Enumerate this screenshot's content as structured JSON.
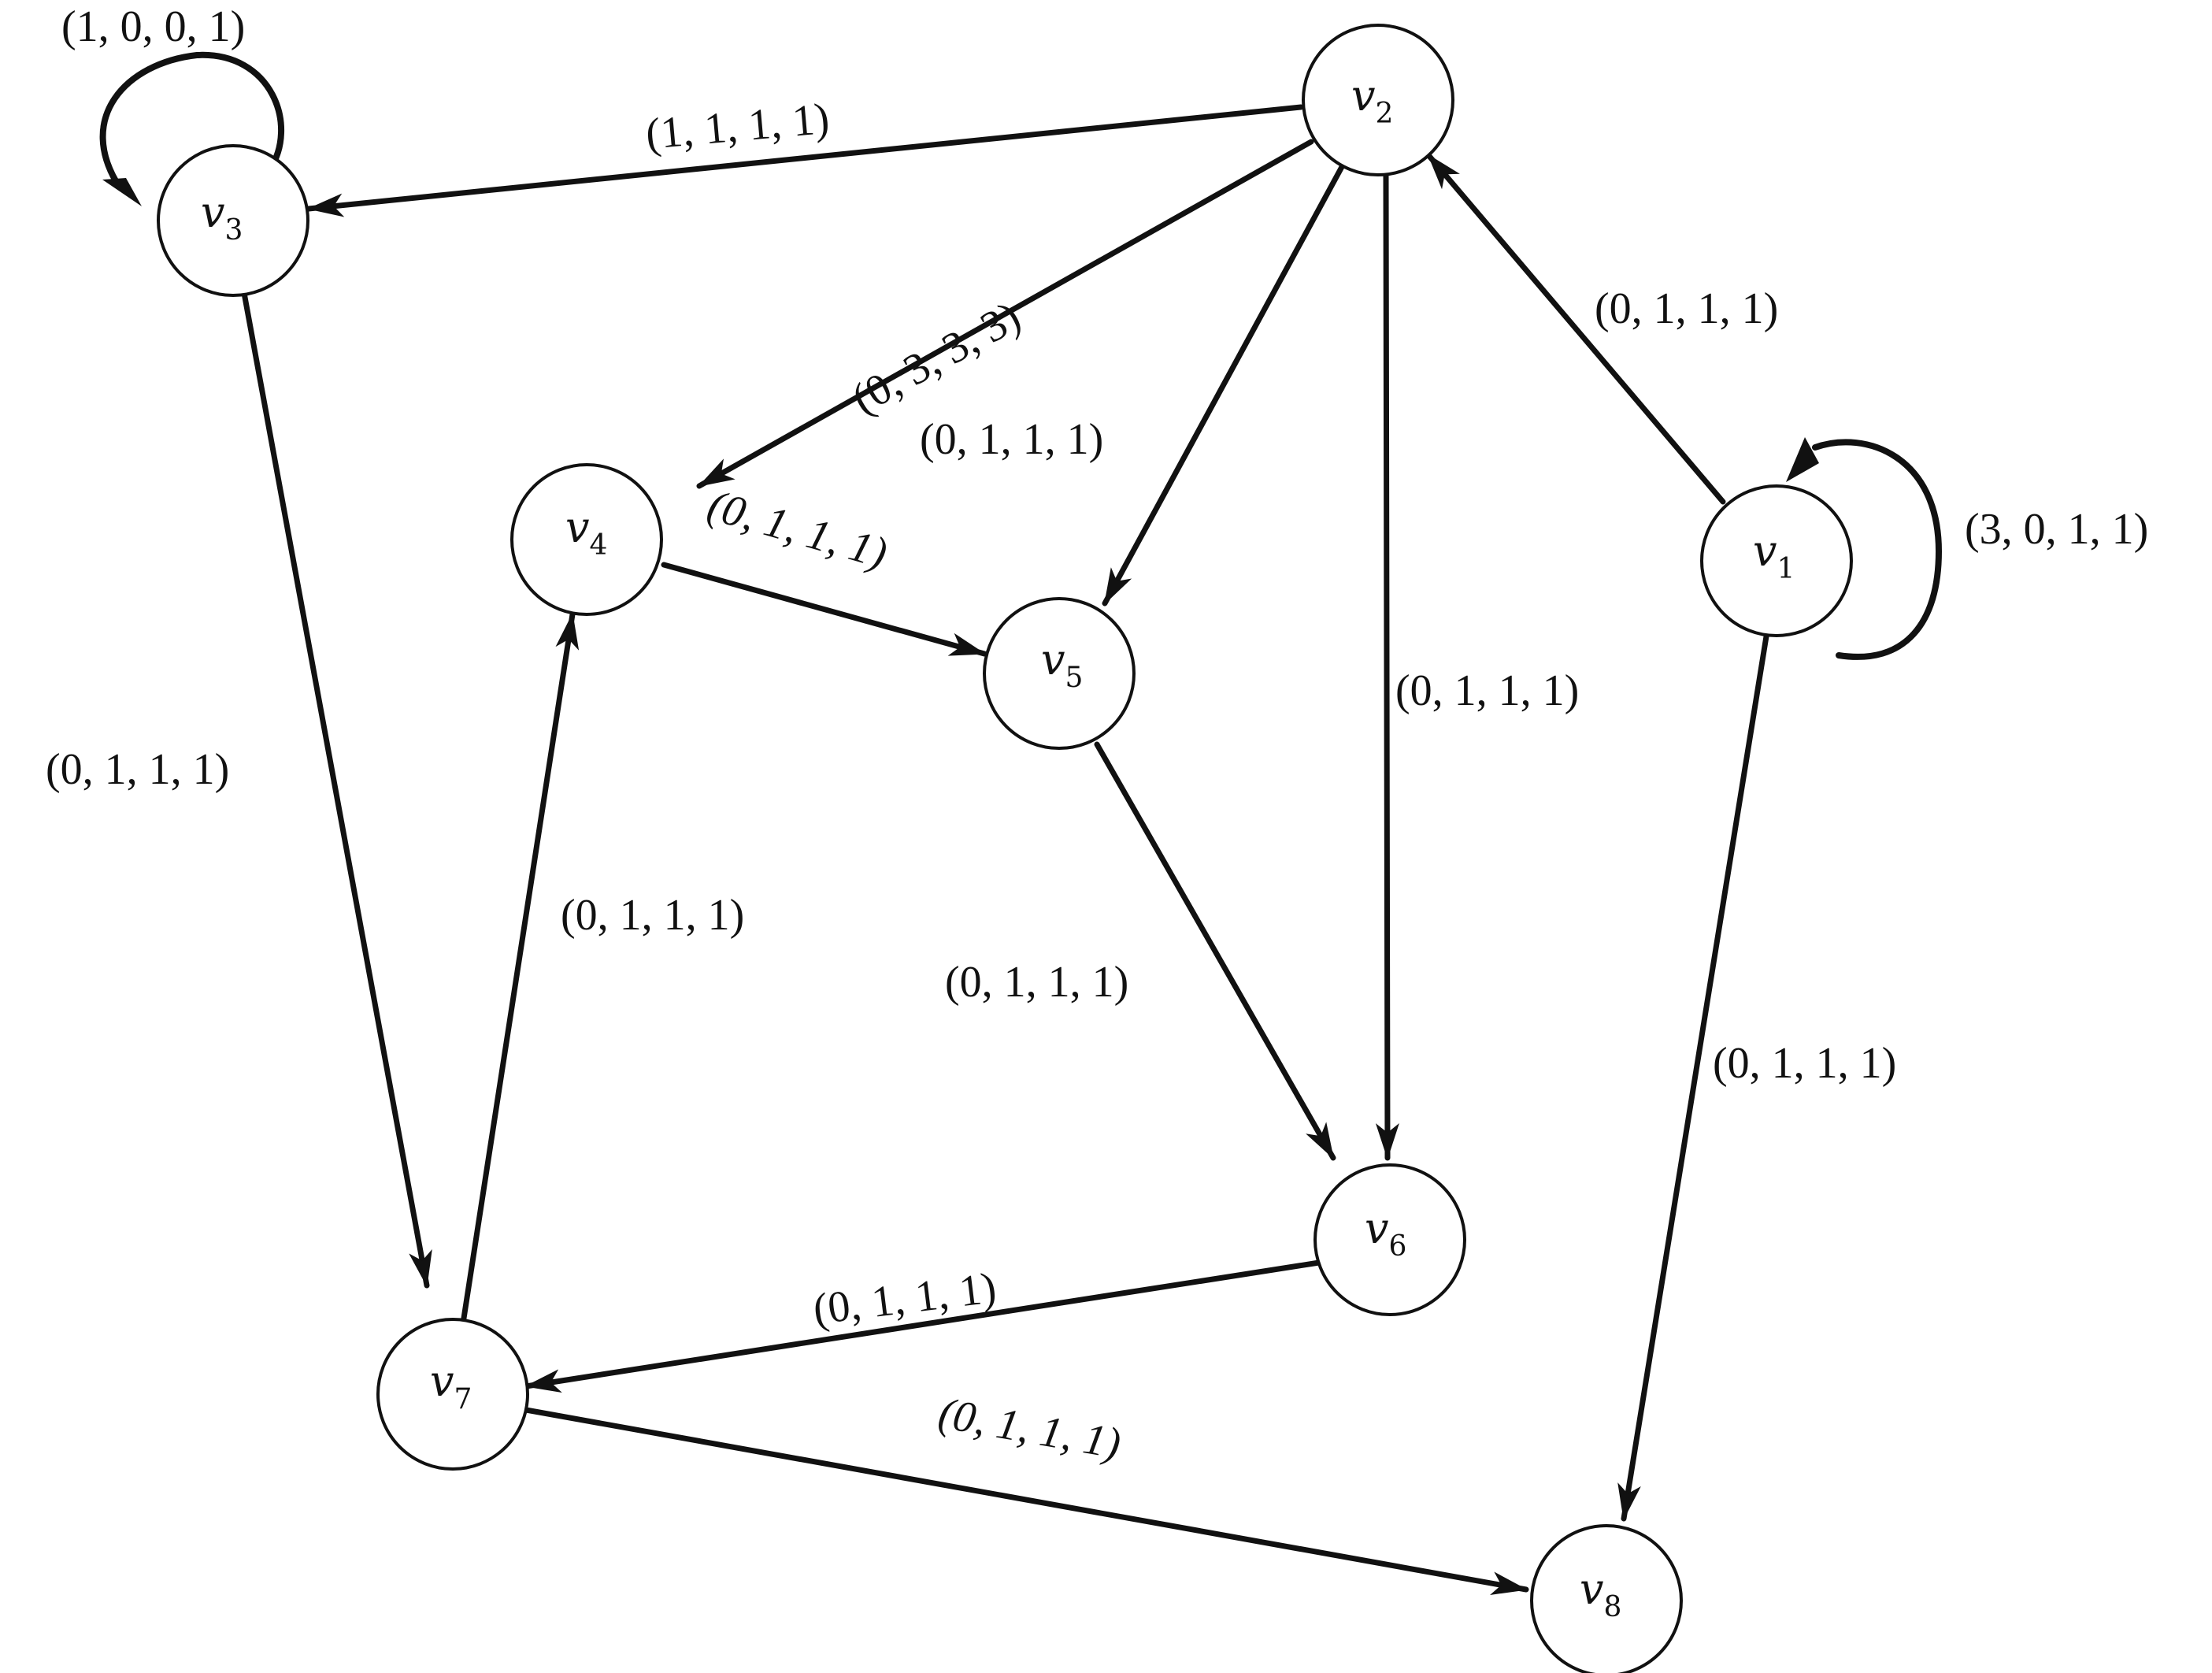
{
  "graph": {
    "nodes": [
      {
        "id": "v1",
        "base": "v",
        "sub": "1"
      },
      {
        "id": "v2",
        "base": "v",
        "sub": "2"
      },
      {
        "id": "v3",
        "base": "v",
        "sub": "3"
      },
      {
        "id": "v4",
        "base": "v",
        "sub": "4"
      },
      {
        "id": "v5",
        "base": "v",
        "sub": "5"
      },
      {
        "id": "v6",
        "base": "v",
        "sub": "6"
      },
      {
        "id": "v7",
        "base": "v",
        "sub": "7"
      },
      {
        "id": "v8",
        "base": "v",
        "sub": "8"
      }
    ],
    "edges": [
      {
        "from": "v3",
        "to": "v3",
        "label": "(1, 0, 0, 1)"
      },
      {
        "from": "v2",
        "to": "v3",
        "label": "(1, 1, 1, 1)"
      },
      {
        "from": "v2",
        "to": "v4",
        "label": "(0, 3, 3, 3)"
      },
      {
        "from": "v2",
        "to": "v5",
        "label": "(0, 1, 1, 1)"
      },
      {
        "from": "v2",
        "to": "v6",
        "label": "(0, 1, 1, 1)"
      },
      {
        "from": "v1",
        "to": "v2",
        "label": "(0, 1, 1, 1)"
      },
      {
        "from": "v1",
        "to": "v1",
        "label": "(3, 0, 1, 1)"
      },
      {
        "from": "v4",
        "to": "v5",
        "label": "(0, 1, 1, 1)"
      },
      {
        "from": "v3",
        "to": "v7",
        "label": "(0, 1, 1, 1)"
      },
      {
        "from": "v7",
        "to": "v4",
        "label": "(0, 1, 1, 1)"
      },
      {
        "from": "v5",
        "to": "v6",
        "label": "(0, 1, 1, 1)"
      },
      {
        "from": "v1",
        "to": "v8",
        "label": "(0, 1, 1, 1)"
      },
      {
        "from": "v6",
        "to": "v7",
        "label": "(0, 1, 1, 1)"
      },
      {
        "from": "v7",
        "to": "v8",
        "label": "(0, 1, 1, 1)"
      }
    ]
  }
}
